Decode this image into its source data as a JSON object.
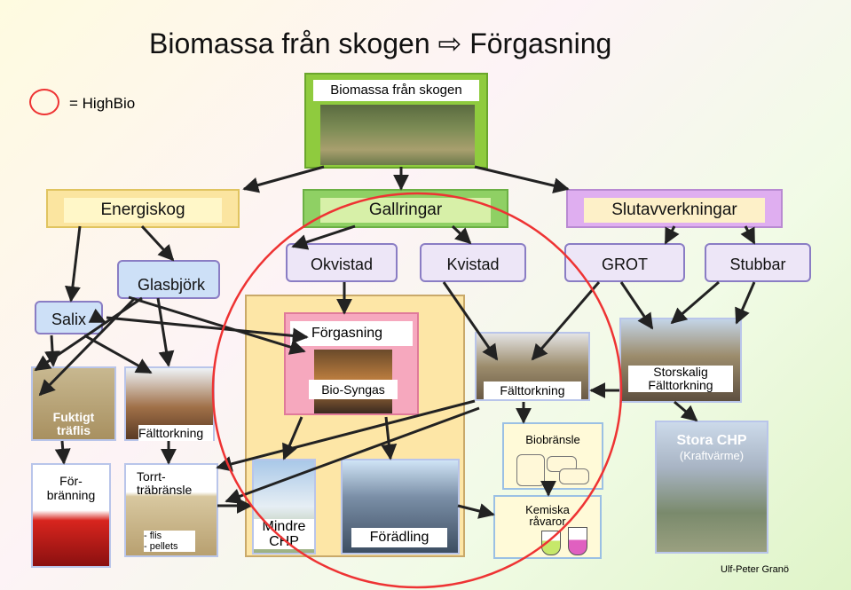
{
  "title": "Biomassa från skogen ⇨ Förgasning",
  "legend": {
    "label": "= HighBio"
  },
  "source": {
    "label": "Biomassa från skogen"
  },
  "categories": {
    "energiskog": "Energiskog",
    "gallringar": "Gallringar",
    "slutavverkningar": "Slutavverkningar"
  },
  "materials": {
    "glasbjork": "Glasbjörk",
    "okvistad": "Okvistad",
    "kvistad": "Kvistad",
    "grot": "GROT",
    "stubbar": "Stubbar",
    "salix": "Salix"
  },
  "process": {
    "forgasning": "Förgasning",
    "biosyngas": "Bio-Syngas",
    "mindre_chp_1": "Mindre",
    "mindre_chp_2": "CHP",
    "foradling": "Förädling"
  },
  "drying": {
    "falttorkning_1": "Fälttorkning",
    "falttorkning_2": "Fälttorkning",
    "storskalig_1": "Storskalig",
    "storskalig_2": "Fälttorkning"
  },
  "fuels": {
    "fuktigt_1": "Fuktigt",
    "fuktigt_2": "träflis",
    "forbranning_1": "För-",
    "forbranning_2": "bränning",
    "torrt_1": "Torrt-",
    "torrt_2": "träbränsle",
    "flis": "- flis",
    "pellets": "- pellets",
    "biobransle": "Biobränsle"
  },
  "outputs": {
    "stora_chp": "Stora CHP",
    "kraftvarme": "(Kraftvärme)",
    "kemiska_1": "Kemiska",
    "kemiska_2": "råvaror"
  },
  "author": "Ulf-Peter Granö"
}
